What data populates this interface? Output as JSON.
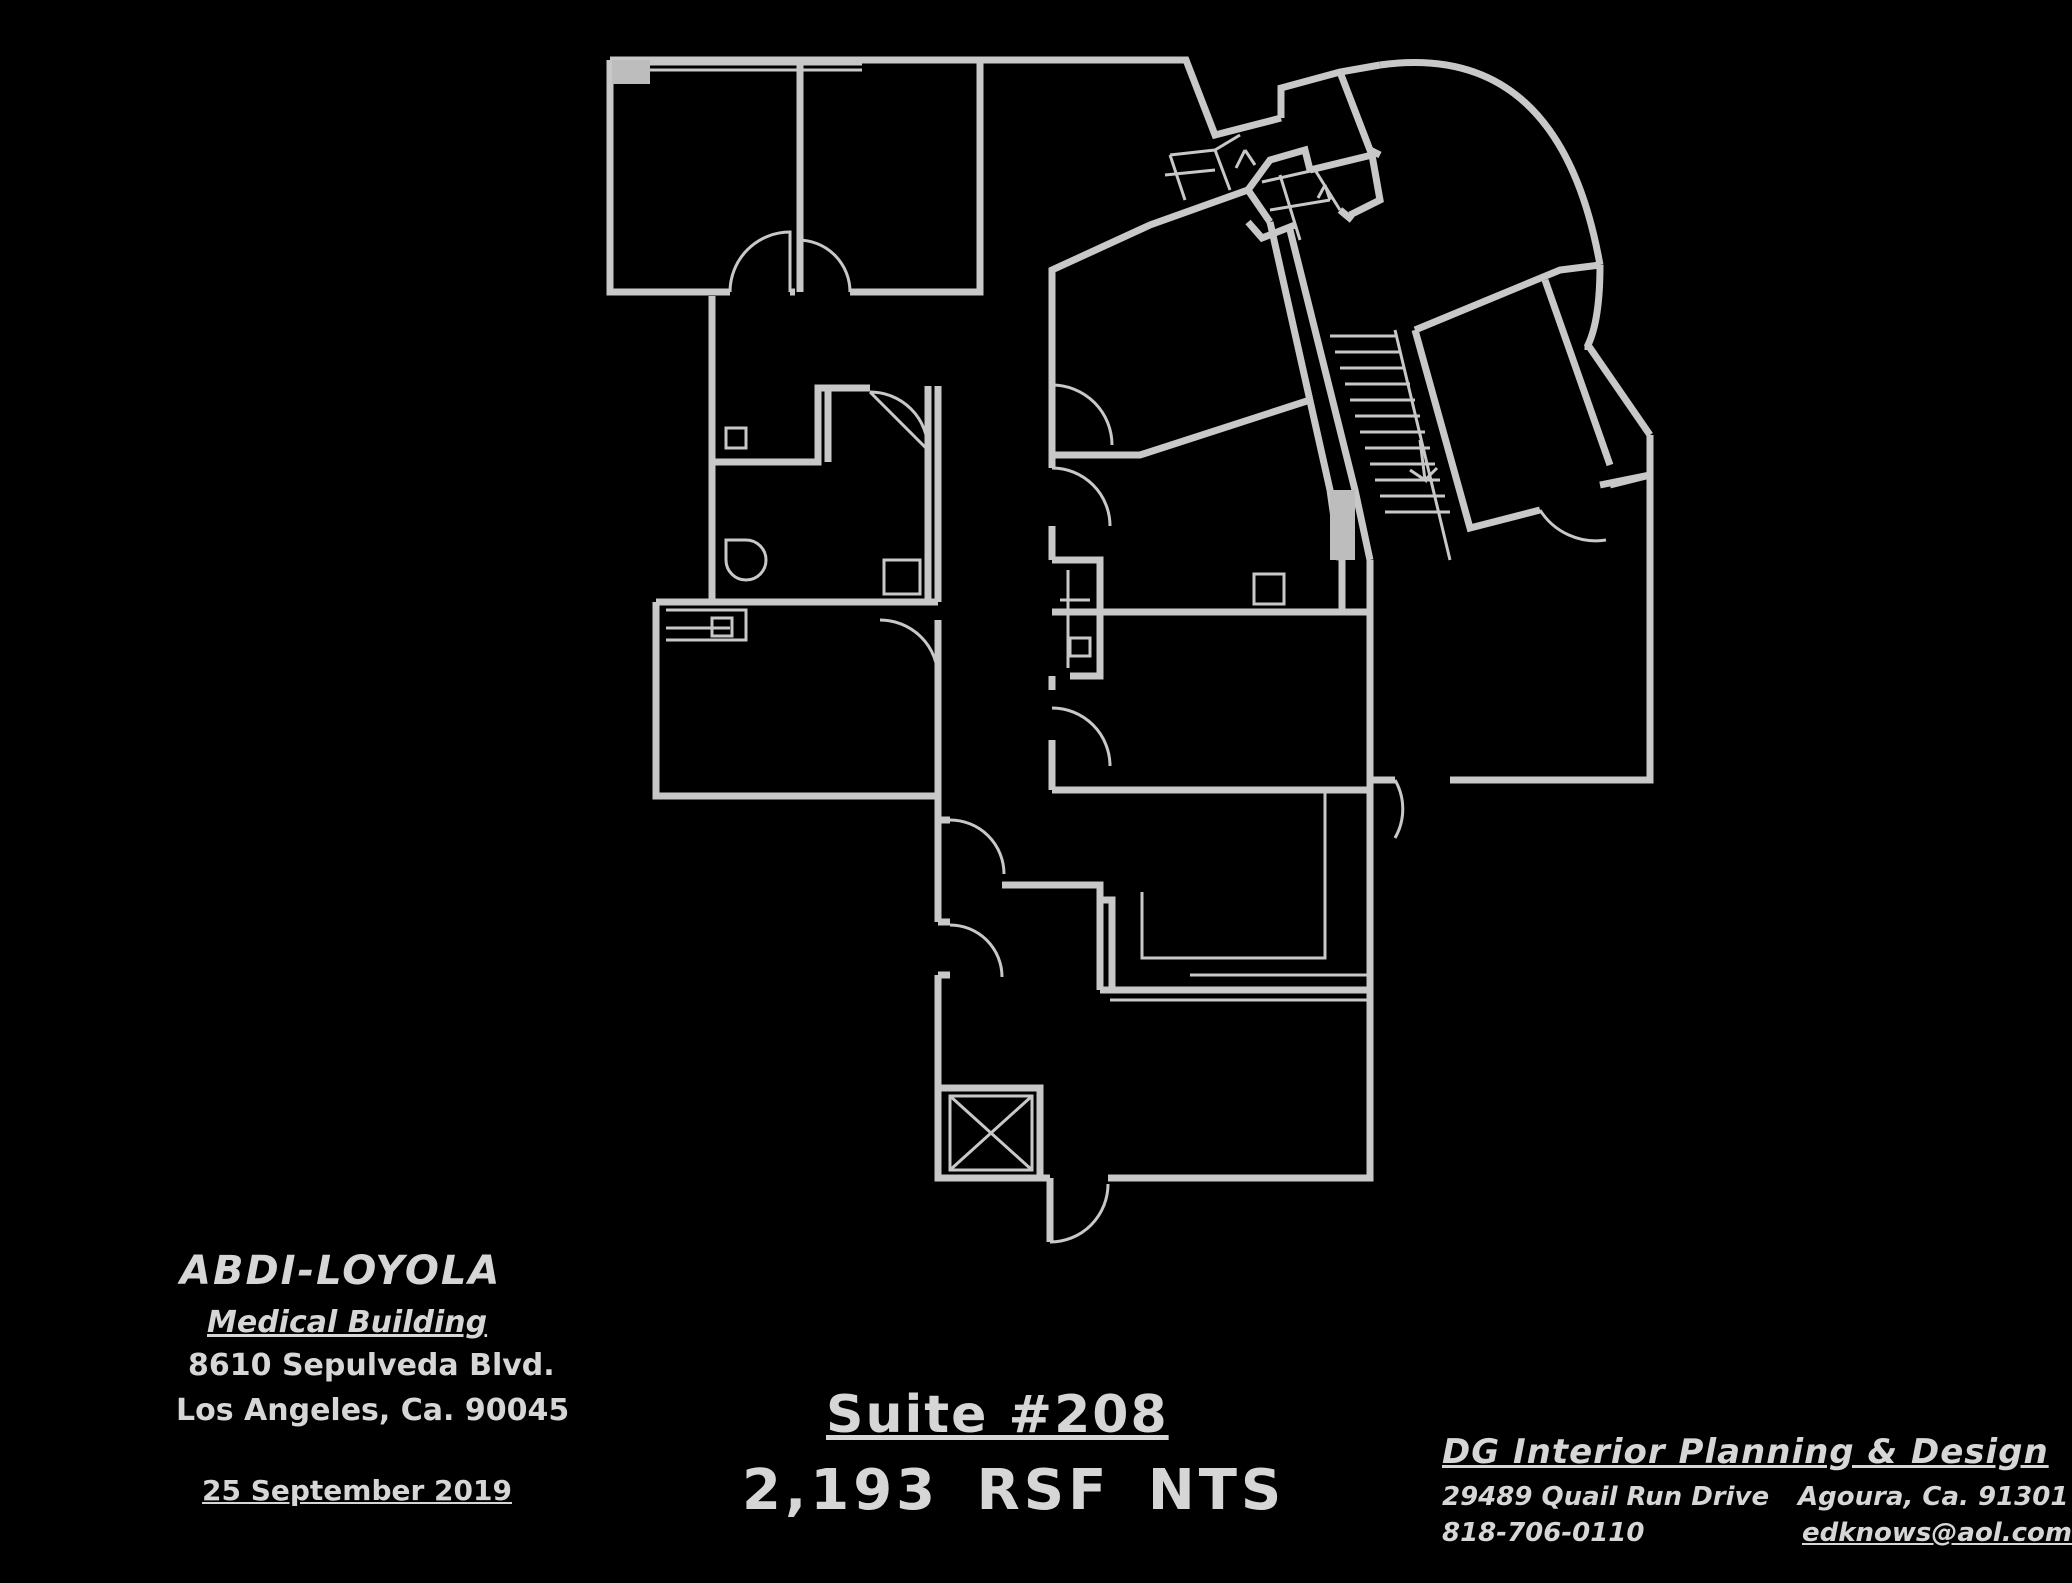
{
  "building": {
    "name": "ABDI-LOYOLA",
    "subtitle": "Medical Building",
    "street": "8610 Sepulveda Blvd.",
    "city": "Los Angeles, Ca. 90045",
    "date": "25 September 2019"
  },
  "suite": {
    "title": "Suite #208",
    "area": "2,193 RSF NTS"
  },
  "firm": {
    "name": "DG Interior Planning & Design",
    "street": "29489 Quail Run Drive",
    "city": "Agoura, Ca. 91301",
    "phone": "818-706-0110",
    "email": "edknows@aol.com"
  },
  "colors": {
    "background": "#000000",
    "linework": "#c8c8c8",
    "text": "#d6d6d6"
  }
}
